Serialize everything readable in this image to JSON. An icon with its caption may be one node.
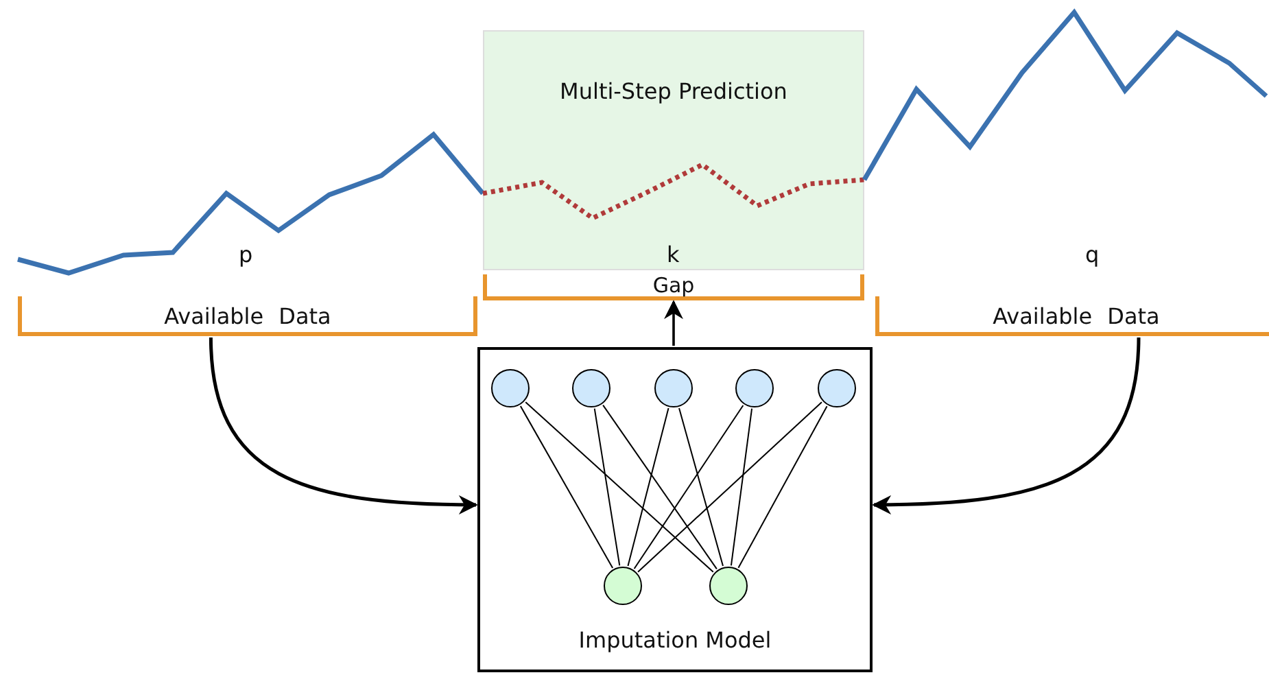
{
  "diagram": {
    "nodes": [
      {
        "text": [
          "Multi-Step Prediction"
        ]
      },
      {
        "text": [
          "Available Data"
        ]
      },
      {
        "text": [
          "Gap"
        ]
      },
      {
        "text": [
          "Available Data"
        ]
      },
      {
        "text": [
          "Imputation Model"
        ]
      },
      {
        "text": [],
        "shape": "circle",
        "in": 4
      },
      {
        "text": [],
        "shape": "circle",
        "in": 4
      },
      {
        "text": [],
        "shape": "circle",
        "in": 4
      },
      {
        "text": [],
        "shape": "circle",
        "in": 4
      },
      {
        "text": [],
        "shape": "circle",
        "in": 4
      },
      {
        "text": [],
        "shape": "circle",
        "in": 4
      },
      {
        "text": [],
        "shape": "circle",
        "in": 4
      }
    ],
    "edges": [
      {
        "from": 1,
        "to": 4,
        "arrow": "to",
        "style": "thick"
      },
      {
        "from": 3,
        "to": 4,
        "arrow": "to",
        "style": "thick"
      },
      {
        "from": 4,
        "to": 2,
        "arrow": "to"
      },
      {
        "from": 5,
        "to": 10,
        "arrow": "none"
      },
      {
        "from": 5,
        "to": 11,
        "arrow": "none"
      },
      {
        "from": 6,
        "to": 10,
        "arrow": "none"
      },
      {
        "from": 6,
        "to": 11,
        "arrow": "none"
      },
      {
        "from": 7,
        "to": 10,
        "arrow": "none"
      },
      {
        "from": 7,
        "to": 11,
        "arrow": "none"
      },
      {
        "from": 8,
        "to": 10,
        "arrow": "none"
      },
      {
        "from": 8,
        "to": 11,
        "arrow": "none"
      },
      {
        "from": 9,
        "to": 10,
        "arrow": "none"
      },
      {
        "from": 9,
        "to": 11,
        "arrow": "none"
      }
    ],
    "labels": [
      "p",
      "k",
      "q"
    ]
  }
}
